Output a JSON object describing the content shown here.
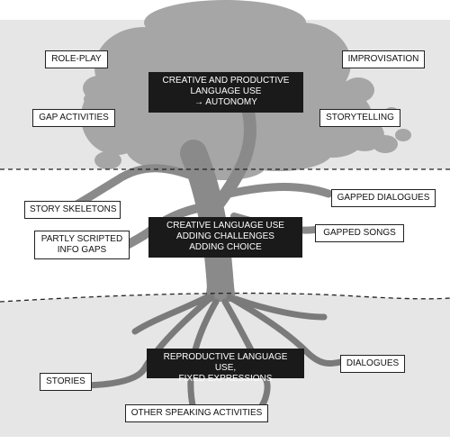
{
  "tiers": {
    "top": {
      "lines": [
        "CREATIVE AND PRODUCTIVE",
        "LANGUAGE USE",
        "→ AUTONOMY"
      ],
      "labels": [
        "ROLE-PLAY",
        "IMPROVISATION",
        "GAP ACTIVITIES",
        "STORYTELLING"
      ]
    },
    "middle": {
      "lines": [
        "CREATIVE LANGUAGE USE",
        "ADDING CHALLENGES",
        "ADDING CHOICE"
      ],
      "labels": [
        "STORY SKELETONS",
        "PARTLY SCRIPTED INFO GAPS",
        "GAPPED DIALOGUES",
        "GAPPED SONGS"
      ]
    },
    "bottom": {
      "lines": [
        "REPRODUCTIVE LANGUAGE USE,",
        "FIXED EXPRESSIONS"
      ],
      "labels": [
        "STORIES",
        "DIALOGUES",
        "OTHER SPEAKING ACTIVITIES"
      ]
    }
  },
  "colors": {
    "sky": "#e6e6e6",
    "ground": "#e6e6e6",
    "canopy": "#a6a6a6",
    "trunk": "#8a8a8a",
    "roots": "#7a7a7a",
    "center_box": "#1a1a1a"
  }
}
